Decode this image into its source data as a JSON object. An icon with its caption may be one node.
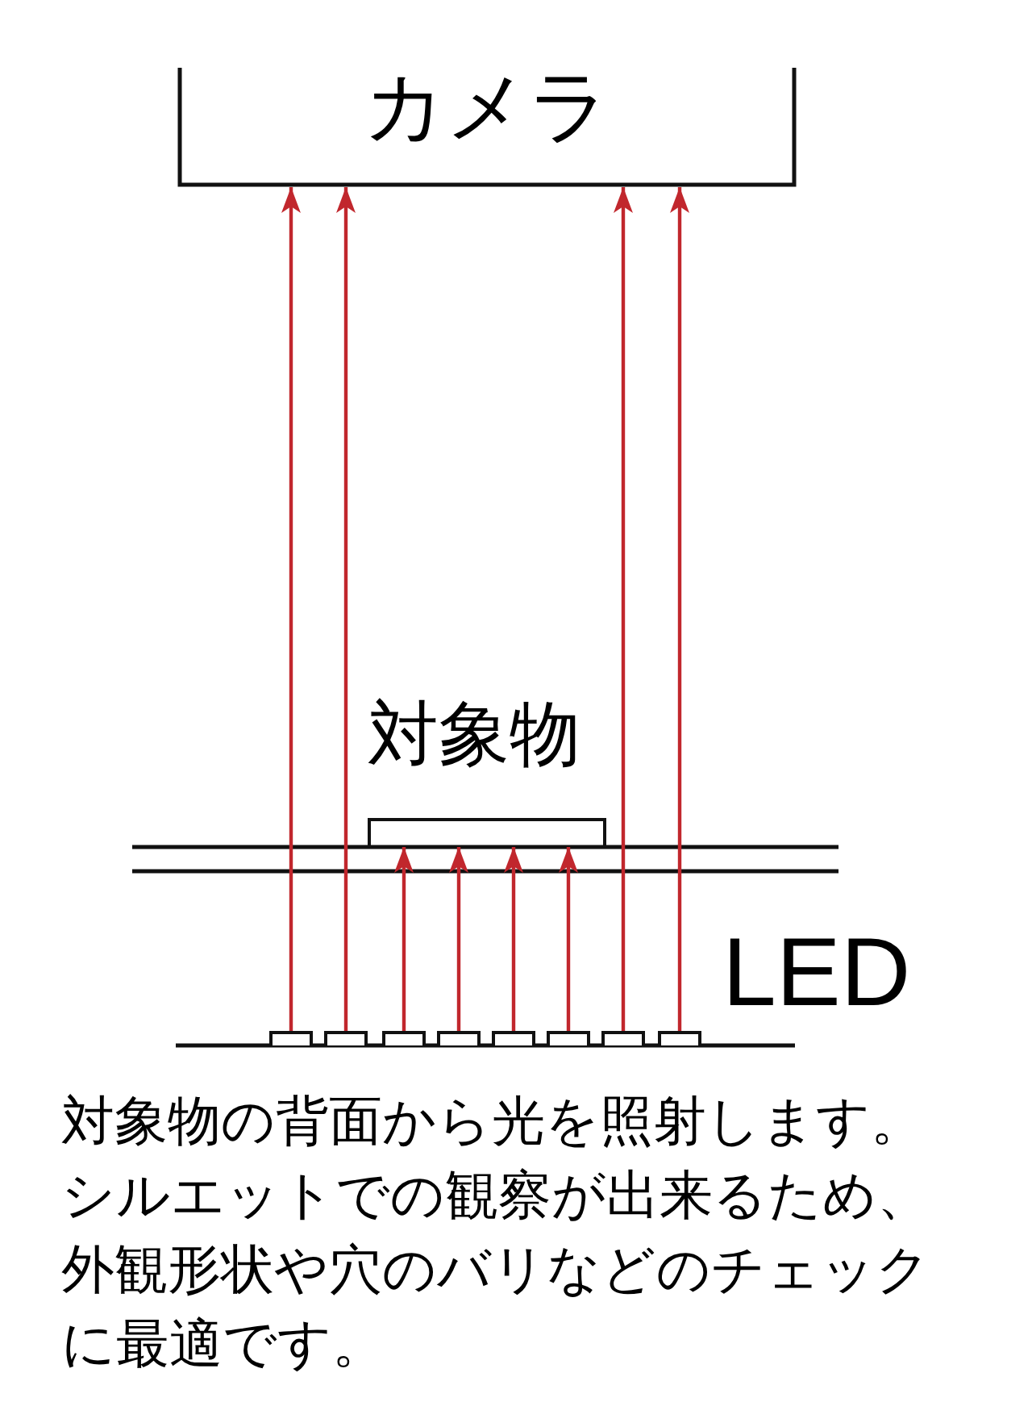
{
  "diagram": {
    "caption": "対象物の背面から光を照射します。シルエットでの観察が出来るため、外観形状や穴のバリなどのチェックに最適です。",
    "nodes": [
      {
        "text": [
          "カメラ"
        ]
      },
      {
        "text": [
          "対象物"
        ]
      },
      {
        "text": [],
        "shape": "box"
      },
      {
        "text": [],
        "shape": "box"
      },
      {
        "text": [],
        "shape": "box"
      },
      {
        "text": [],
        "shape": "box"
      },
      {
        "text": [],
        "shape": "box"
      },
      {
        "text": [],
        "shape": "box"
      },
      {
        "text": [],
        "shape": "box"
      },
      {
        "text": [],
        "shape": "box"
      }
    ],
    "edges": [
      {
        "from": 2,
        "to": 0,
        "arrow": "to"
      },
      {
        "from": 3,
        "to": 0,
        "arrow": "to"
      },
      {
        "from": 4,
        "to": 1,
        "arrow": "to"
      },
      {
        "from": 5,
        "to": 1,
        "arrow": "to"
      },
      {
        "from": 6,
        "to": 1,
        "arrow": "to"
      },
      {
        "from": 7,
        "to": 1,
        "arrow": "to"
      },
      {
        "from": 8,
        "to": 0,
        "arrow": "to"
      },
      {
        "from": 9,
        "to": 0,
        "arrow": "to"
      }
    ],
    "labels": [
      "LED"
    ]
  }
}
